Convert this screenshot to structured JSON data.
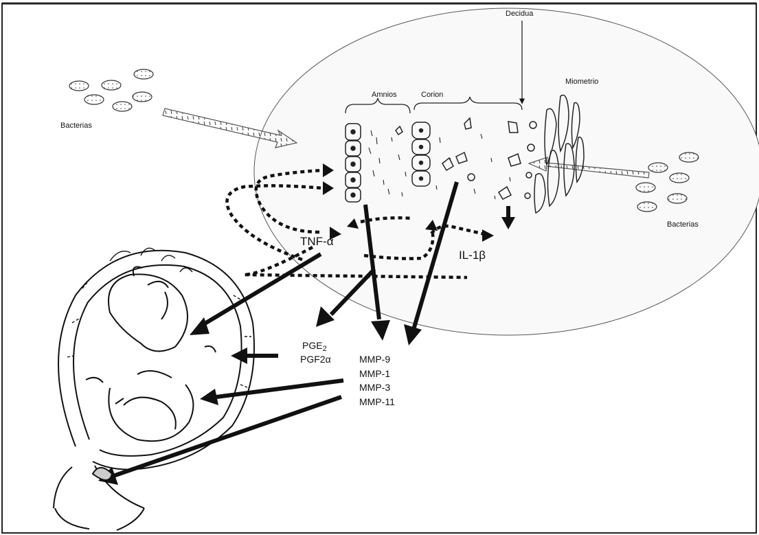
{
  "labels": {
    "bacterias_left": "Bacterias",
    "bacterias_right": "Bacterias",
    "decidua": "Decidua",
    "amnios": "Amnios",
    "corion": "Corion",
    "miometrio": "Miometrio",
    "tnf": "TNF-α",
    "il1b": "IL-1β",
    "pge2_base": "PGE",
    "pge2_sub": "2",
    "pgf2a": "PGF2α",
    "mmp": [
      "MMP-9",
      "MMP-1",
      "MMP-3",
      "MMP-11"
    ]
  },
  "colors": {
    "ink": "#111111",
    "background": "#ffffff",
    "ellipse_fill": "#f7f7f7",
    "bacteria_fill": "#d9d9d9"
  }
}
